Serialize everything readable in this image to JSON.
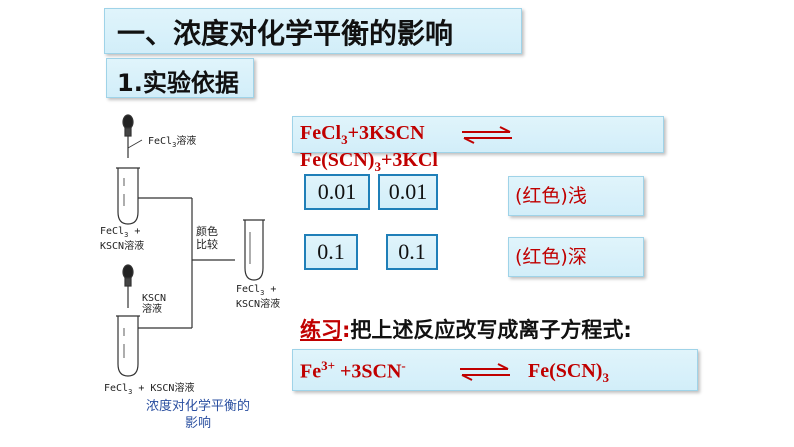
{
  "title": "一、浓度对化学平衡的影响",
  "subtitle": "1.实验依据",
  "diagram": {
    "fecl3_label_a": "FeCl",
    "fecl3_label_sub": "3",
    "fecl3_label_b": "溶液",
    "tube1_label_line1_a": "FeCl",
    "tube1_label_line1_sub": "3",
    "tube1_label_line1_b": " +",
    "tube1_label_line2": "KSCN溶液",
    "compare_line1": "颜色",
    "compare_line2": "比较",
    "tube_right_line1_a": "FeCl",
    "tube_right_line1_sub": "3",
    "tube_right_line1_b": " +",
    "tube_right_line2": "KSCN溶液",
    "kscn_line1": "KSCN",
    "kscn_line2": "溶液",
    "tube3_label_a": "FeCl",
    "tube3_label_sub": "3",
    "tube3_label_b": " + KSCN溶液",
    "caption_line1": "浓度对化学平衡的",
    "caption_line2": "影响"
  },
  "equation1": {
    "left_a": "FeCl",
    "left_sub": "3",
    "left_b": "+3KSCN",
    "right_a": "Fe(SCN)",
    "right_sub": "3",
    "right_b": "+3KCl"
  },
  "values": {
    "row1_a": "0.01",
    "row1_b": "0.01",
    "row2_a": "0.1",
    "row2_b": "0.1"
  },
  "colors_text": {
    "light": "(红色)浅",
    "deep": "(红色)深"
  },
  "practice": {
    "label": "练习",
    "colon": ":",
    "text": "把上述反应改写成离子方程式:"
  },
  "equation2": {
    "fe": "Fe",
    "fe_sup": "3+",
    "scn": " +3SCN",
    "scn_sup": "-",
    "product_a": "Fe(SCN)",
    "product_sub": "3"
  },
  "colors": {
    "accent_red": "#c00000",
    "box_fill": "#d2eef9",
    "box_border": "#1f7fb8",
    "caption_blue": "#2a4fa0"
  }
}
